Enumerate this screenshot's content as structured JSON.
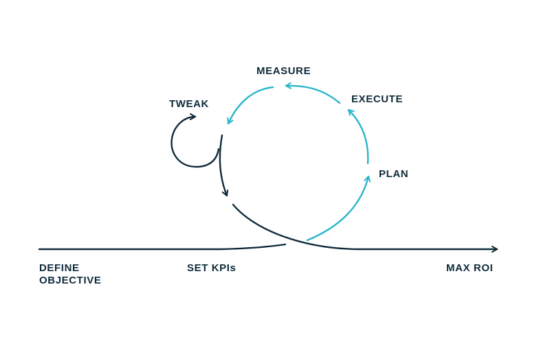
{
  "labels": {
    "define_line1": "DEFINE",
    "define_line2": "OBJECTIVE",
    "set_kpis": "SET KPIs",
    "max_roi": "MAX ROI",
    "measure": "MEASURE",
    "execute": "EXECUTE",
    "tweak": "TWEAK",
    "plan": "PLAN"
  },
  "colors": {
    "dark": "#0f2a3a",
    "cycle": "#29b6c8",
    "background": "#ffffff"
  }
}
